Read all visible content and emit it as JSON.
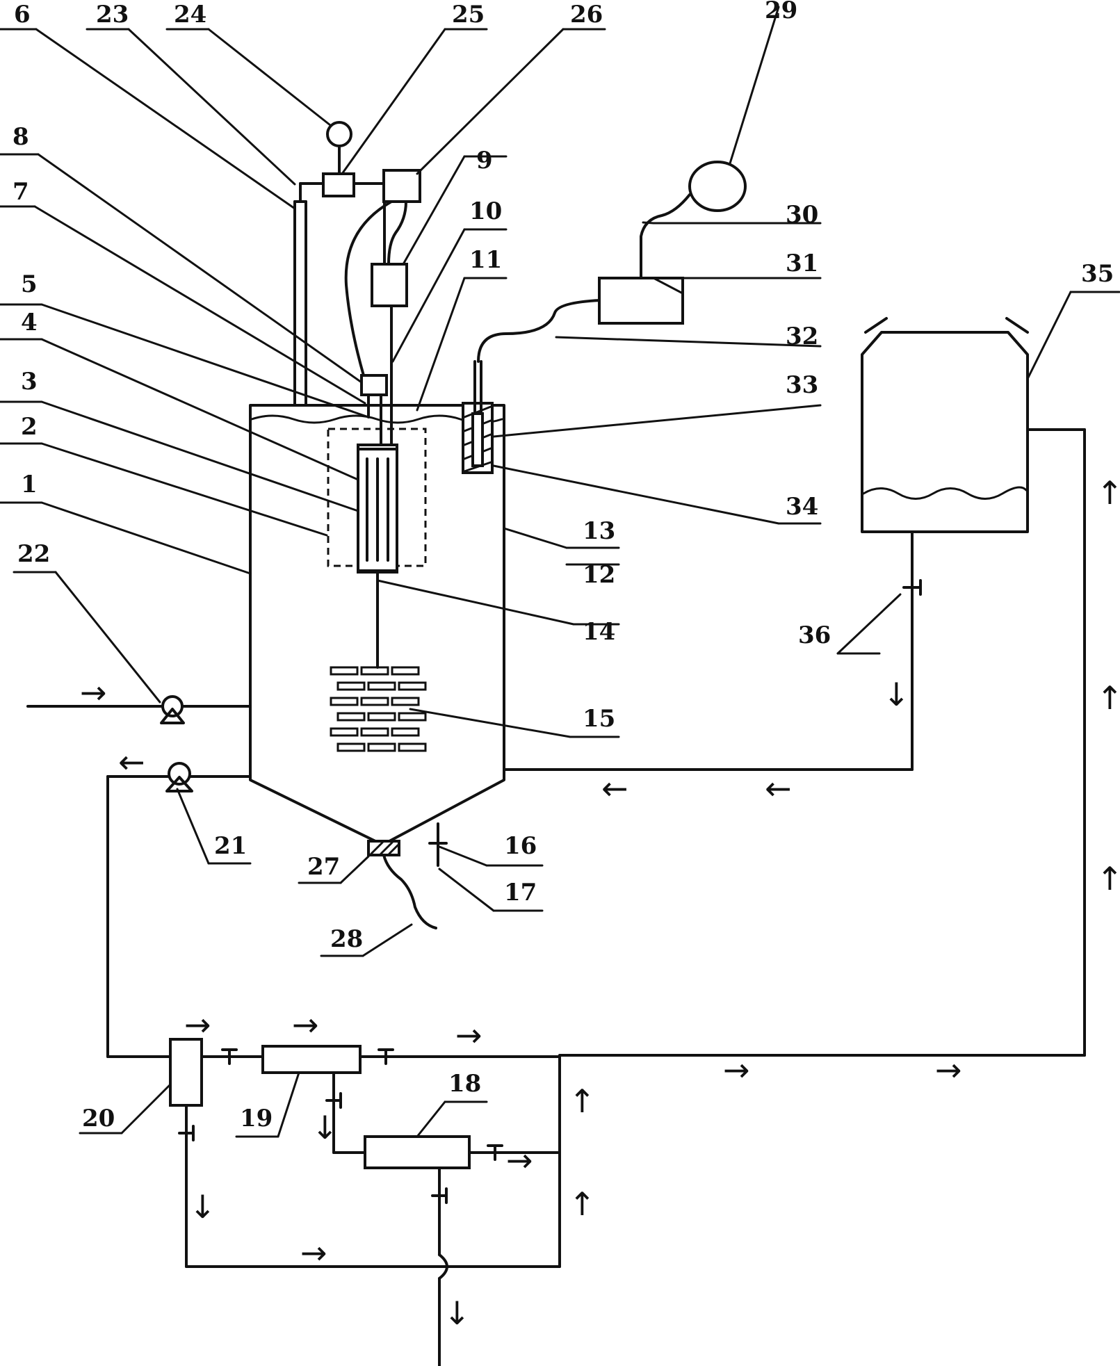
{
  "labels": {
    "1": "1",
    "2": "2",
    "3": "3",
    "4": "4",
    "5": "5",
    "6": "6",
    "7": "7",
    "8": "8",
    "9": "9",
    "10": "10",
    "11": "11",
    "12": "12",
    "13": "13",
    "14": "14",
    "15": "15",
    "16": "16",
    "17": "17",
    "18": "18",
    "19": "19",
    "20": "20",
    "21": "21",
    "22": "22",
    "23": "23",
    "24": "24",
    "25": "25",
    "26": "26",
    "27": "27",
    "28": "28",
    "29": "29",
    "30": "30",
    "31": "31",
    "32": "32",
    "33": "33",
    "34": "34",
    "35": "35",
    "36": "36"
  },
  "arrows": {
    "right": "→",
    "left": "←",
    "up": "↑",
    "down": "↓"
  }
}
